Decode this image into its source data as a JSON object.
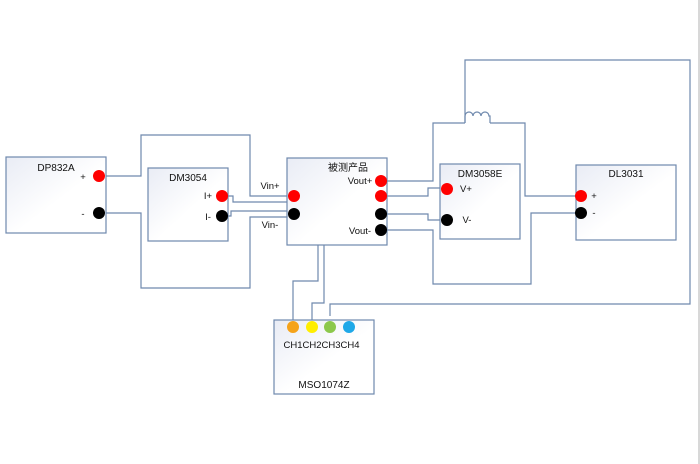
{
  "diagram": {
    "type": "test-setup-wiring",
    "colors": {
      "wire": "#6f89ad",
      "terminal_positive": "#ff0000",
      "terminal_negative": "#000000",
      "ch1": "#f5a31a",
      "ch2": "#ffee00",
      "ch3": "#8cc84b",
      "ch4": "#1ea8e8"
    },
    "instruments": {
      "power_supply": {
        "name": "DP832A",
        "terminals": [
          {
            "label": "+",
            "polarity": "positive"
          },
          {
            "label": "-",
            "polarity": "negative"
          }
        ]
      },
      "ammeter": {
        "name": "DM3054",
        "terminals": [
          {
            "label": "I+",
            "polarity": "positive"
          },
          {
            "label": "I-",
            "polarity": "negative"
          }
        ]
      },
      "dut": {
        "name": "被测产品",
        "input_labels": {
          "pos": "Vin+",
          "neg": "Vin-"
        },
        "output_labels": {
          "pos": "Vout+",
          "neg": "Vout-"
        }
      },
      "voltmeter": {
        "name": "DM3058E",
        "terminals": [
          {
            "label": "V+",
            "polarity": "positive"
          },
          {
            "label": "V-",
            "polarity": "negative"
          }
        ]
      },
      "load": {
        "name": "DL3031",
        "terminals": [
          {
            "label": "+",
            "polarity": "positive"
          },
          {
            "label": "-",
            "polarity": "negative"
          }
        ]
      },
      "oscilloscope": {
        "name": "MSO1074Z",
        "channels": [
          "CH1",
          "CH2",
          "CH3",
          "CH4"
        ]
      }
    },
    "components": {
      "inductor": "current-probe-coil"
    }
  }
}
